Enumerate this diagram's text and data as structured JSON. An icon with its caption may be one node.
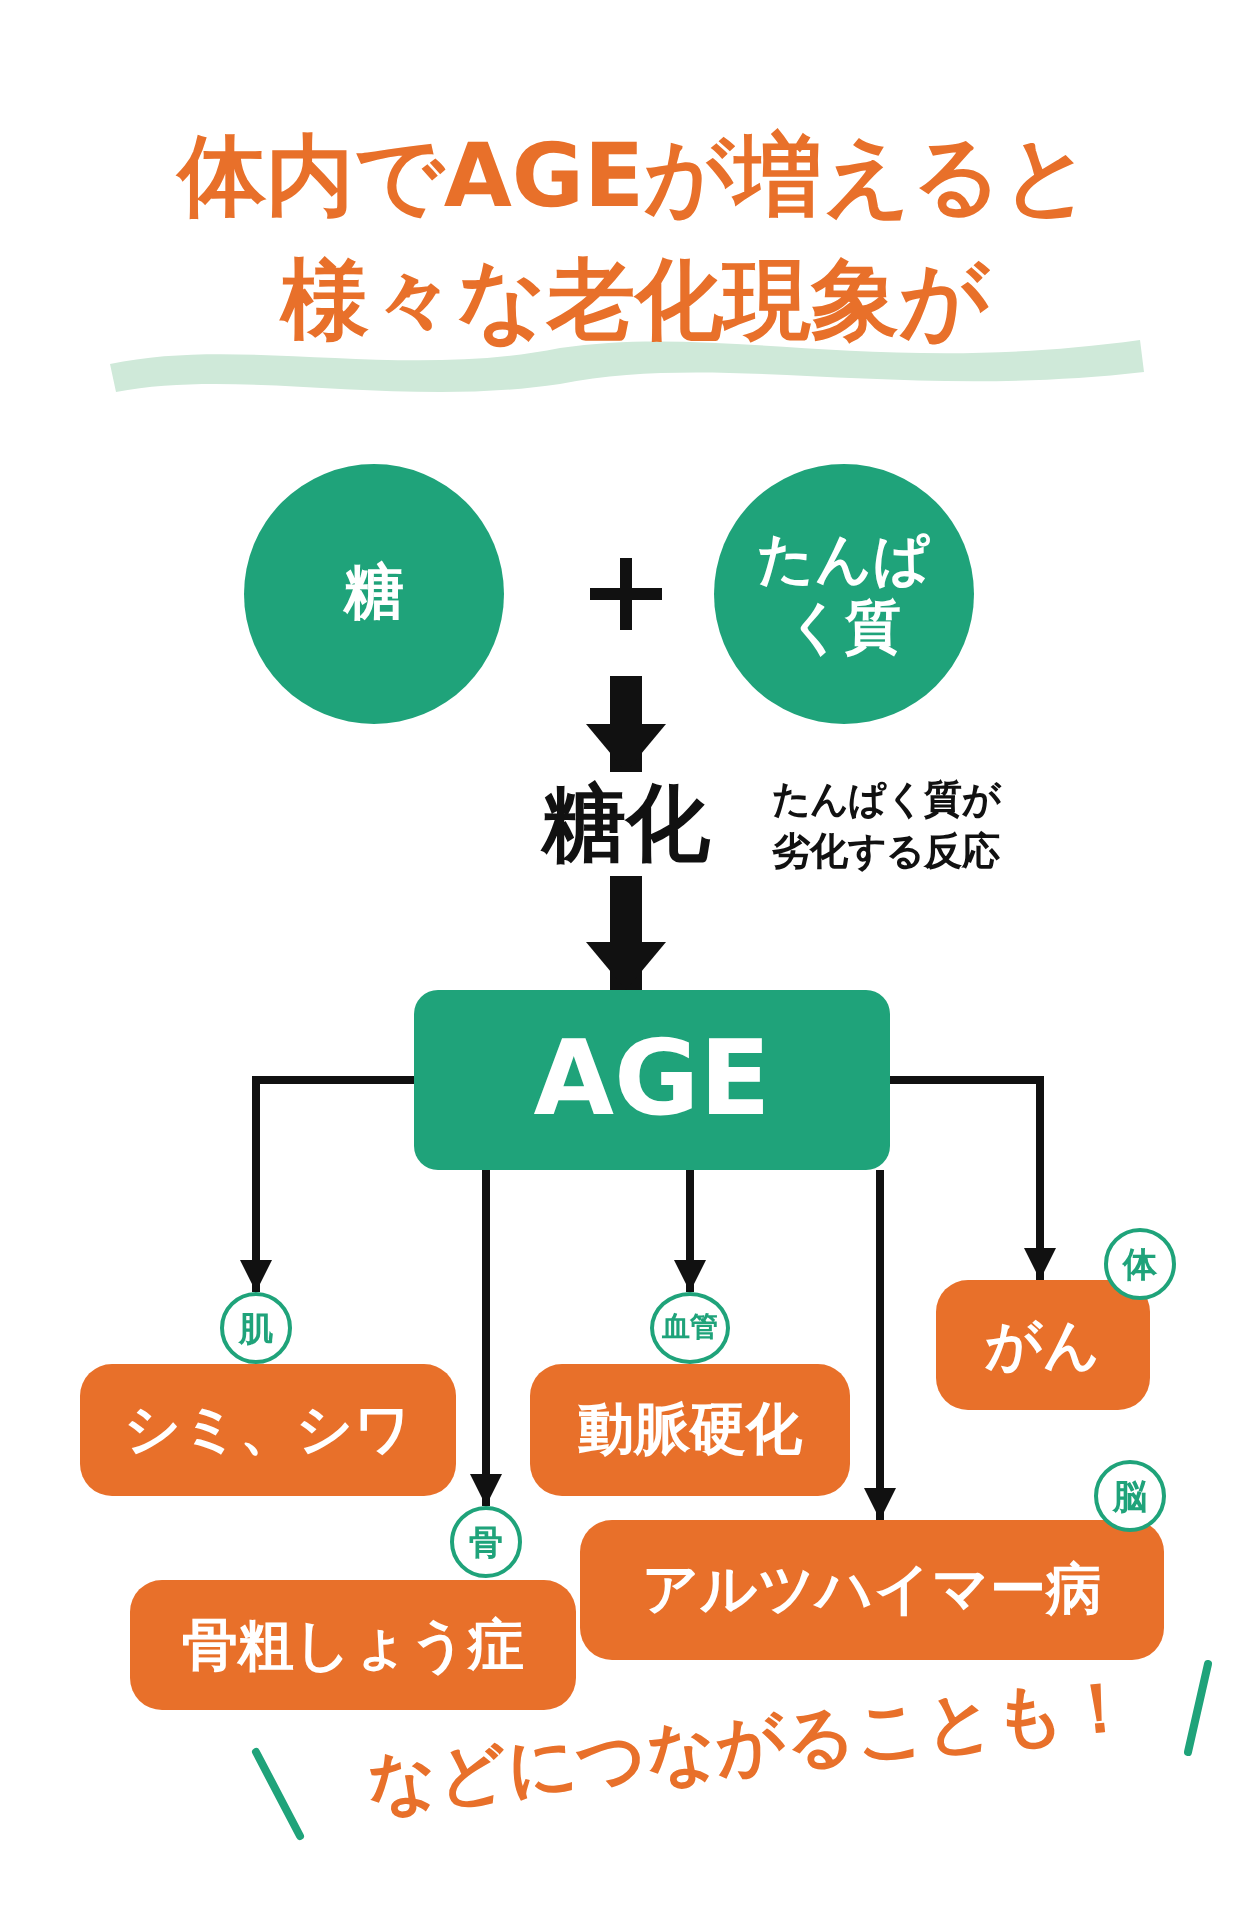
{
  "diagram": {
    "title": "体内でAGEが増えると様々な老化現象が",
    "nodes": [
      {
        "text": [
          "糖"
        ]
      },
      {
        "text": [
          "たんぱく質"
        ]
      },
      {
        "text": [
          "糖化"
        ],
        "beside": [
          "たんぱく質が劣化する反応"
        ]
      },
      {
        "text": [
          "AGE"
        ]
      },
      {
        "text": [
          "肌"
        ]
      },
      {
        "text": [
          "シミ、シワ"
        ]
      },
      {
        "text": [
          "骨"
        ]
      },
      {
        "text": [
          "骨粗しょう症"
        ]
      },
      {
        "text": [
          "血管"
        ]
      },
      {
        "text": [
          "動脈硬化"
        ]
      },
      {
        "text": [
          "脳"
        ]
      },
      {
        "text": [
          "アルツハイマー病"
        ]
      },
      {
        "text": [
          "体"
        ]
      },
      {
        "text": [
          "がん"
        ]
      }
    ],
    "edges": [
      {
        "from": null,
        "to": 2,
        "arrow": "to",
        "style": "thick"
      },
      {
        "from": 2,
        "to": 3,
        "arrow": "to",
        "style": "thick"
      },
      {
        "from": 3,
        "to": 4,
        "arrow": "to"
      },
      {
        "from": 3,
        "to": 6,
        "arrow": "to"
      },
      {
        "from": 3,
        "to": 8,
        "arrow": "to"
      },
      {
        "from": 3,
        "to": 11,
        "arrow": "to"
      },
      {
        "from": 3,
        "to": 13,
        "arrow": "to"
      }
    ],
    "labels": [
      "などにつながることも！"
    ]
  }
}
